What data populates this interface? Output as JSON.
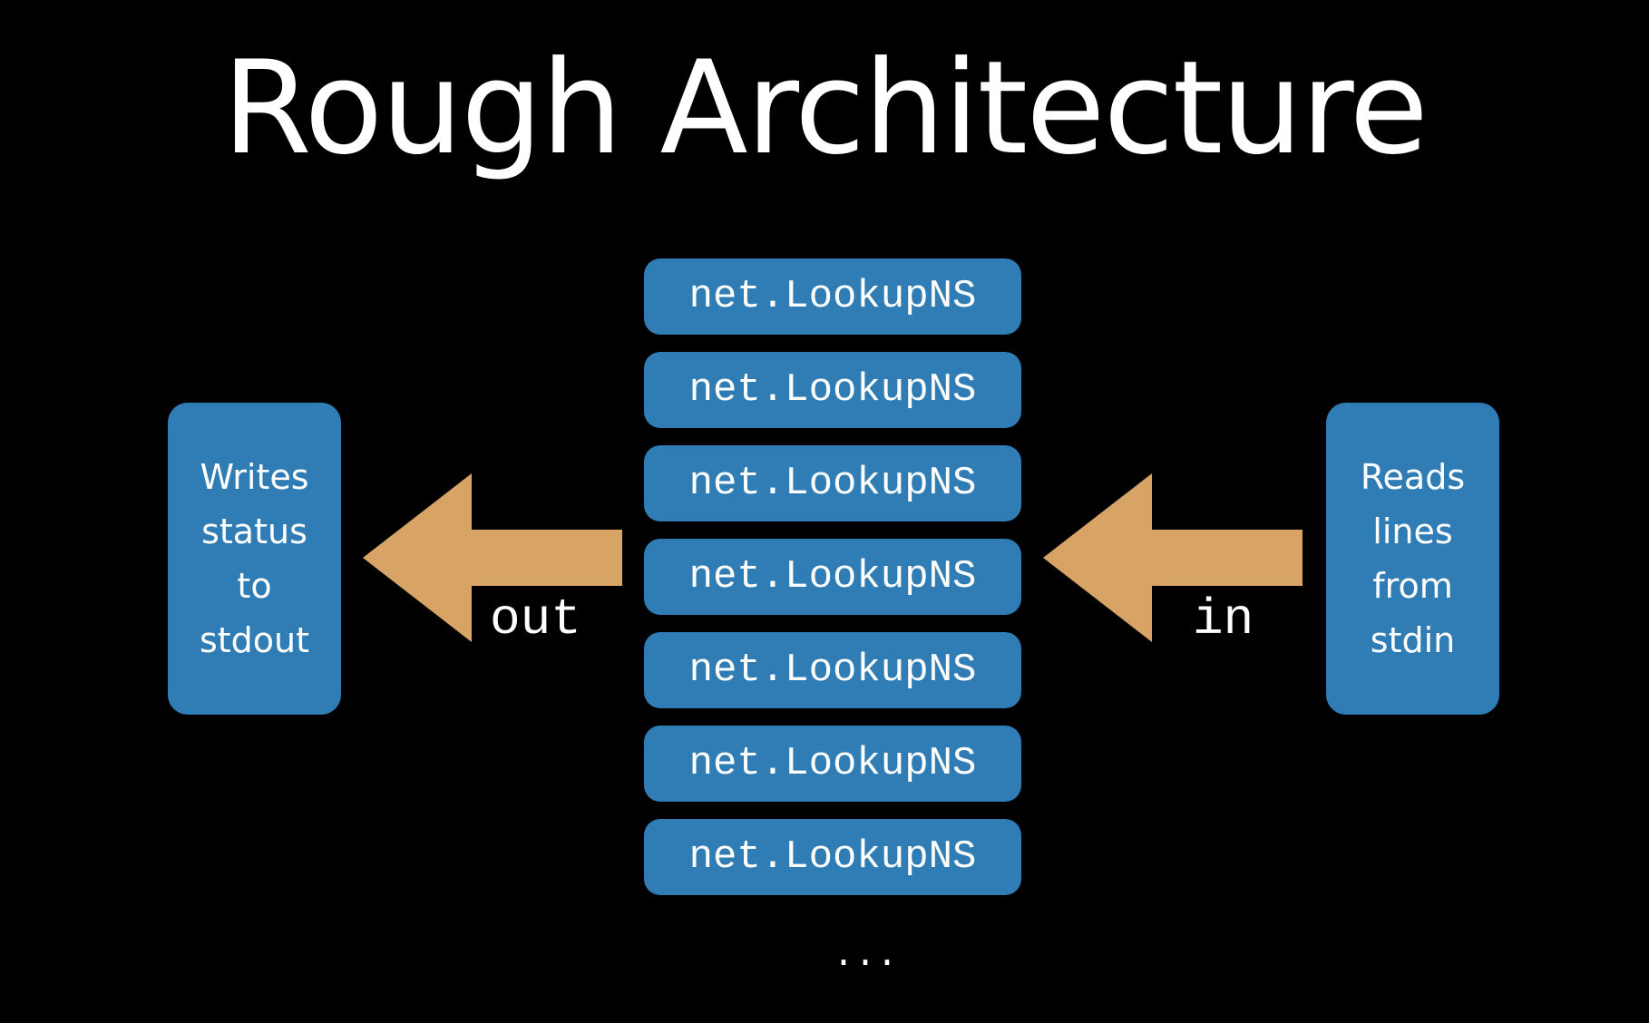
{
  "title": "Rough Architecture",
  "writer": {
    "lines": [
      "Writes",
      "status",
      "to",
      "stdout"
    ]
  },
  "reader": {
    "lines": [
      "Reads",
      "lines",
      "from",
      "stdin"
    ]
  },
  "workers": [
    "net.LookupNS",
    "net.LookupNS",
    "net.LookupNS",
    "net.LookupNS",
    "net.LookupNS",
    "net.LookupNS",
    "net.LookupNS"
  ],
  "channels": {
    "out": "out",
    "in": "in"
  },
  "ellipsis": "...",
  "colors": {
    "background": "#000000",
    "box": "#2f7db4",
    "arrow": "#d7a466",
    "text": "#ffffff"
  },
  "icons": {
    "out_arrow": "left-arrow-icon",
    "in_arrow": "left-arrow-icon"
  }
}
